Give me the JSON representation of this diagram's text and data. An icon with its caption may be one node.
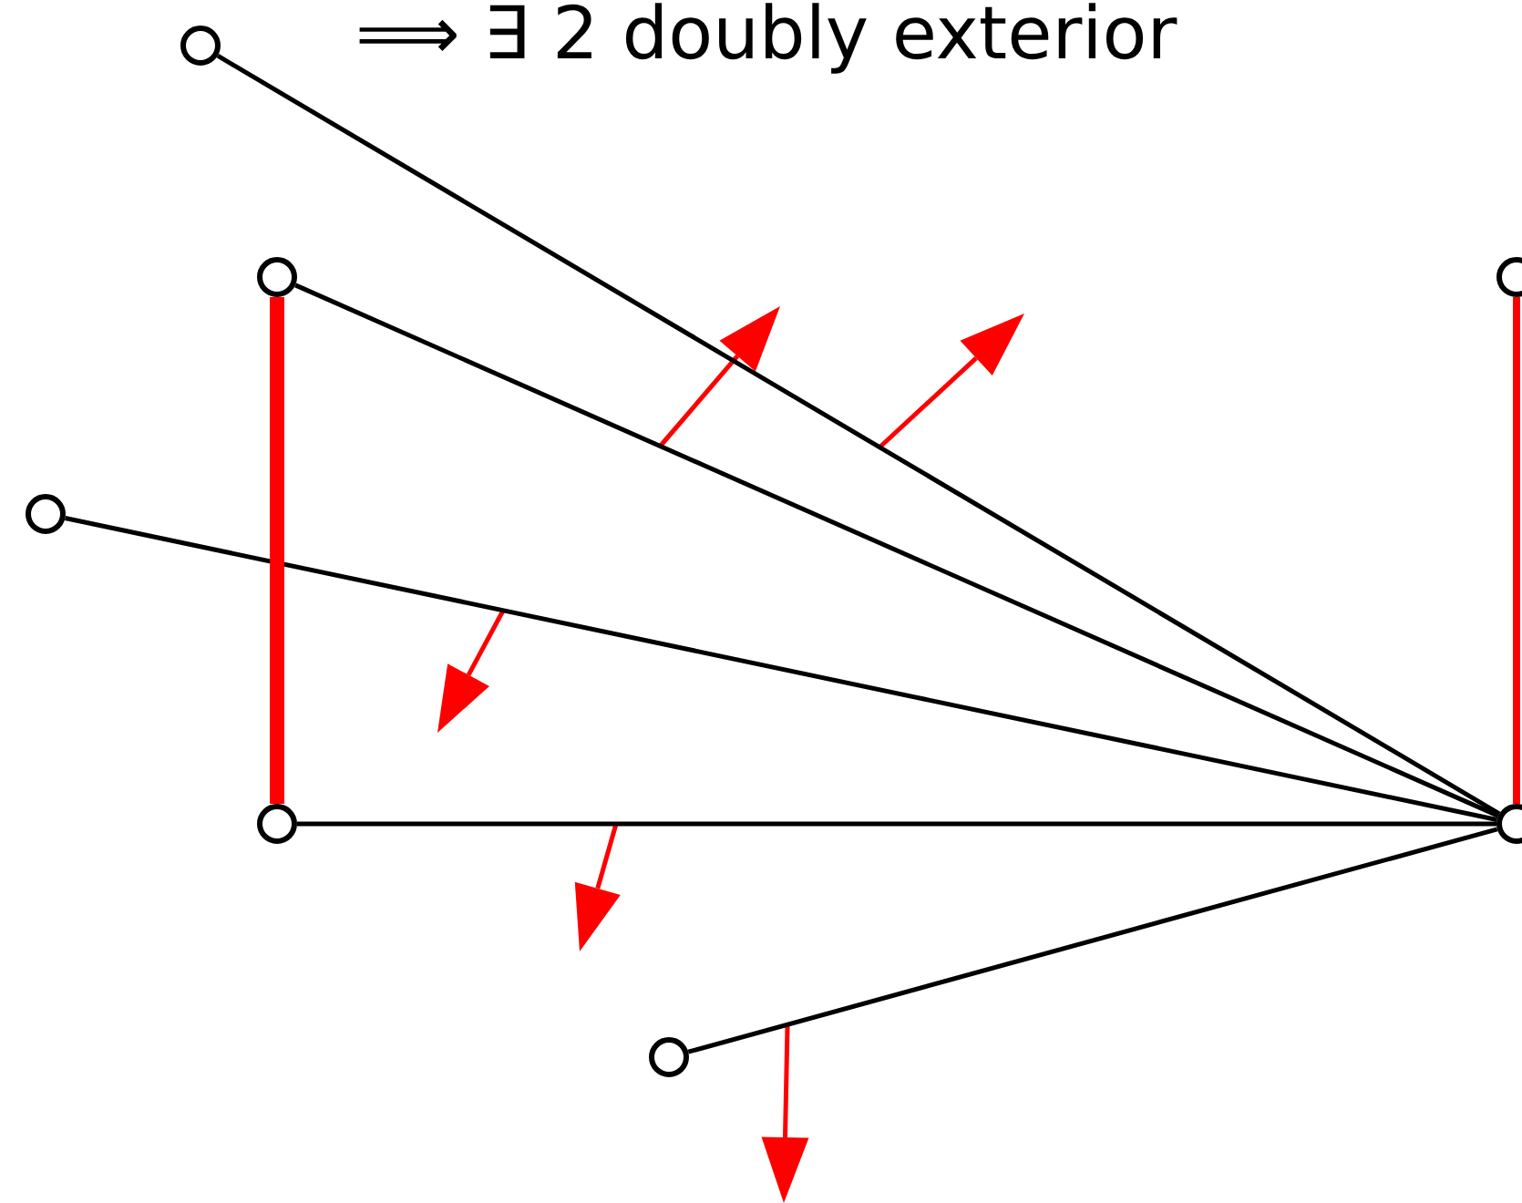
{
  "diagram": {
    "title": "⟹ ∃ 2 doubly exterior",
    "nodes": [
      {
        "text": [],
        "shape": "circle"
      },
      {
        "text": [],
        "shape": "circle"
      },
      {
        "text": [],
        "shape": "circle"
      },
      {
        "text": [],
        "shape": "circle"
      },
      {
        "text": [],
        "shape": "circle"
      },
      {
        "text": [],
        "shape": "circle"
      },
      {
        "text": [],
        "shape": "circle"
      }
    ],
    "edges": [
      {
        "from": 0,
        "to": 5,
        "arrow": "none"
      },
      {
        "from": 1,
        "to": 5,
        "arrow": "none"
      },
      {
        "from": 3,
        "to": 5,
        "arrow": "none"
      },
      {
        "from": 4,
        "to": 5,
        "arrow": "none"
      },
      {
        "from": 6,
        "to": 5,
        "arrow": "none"
      },
      {
        "from": 1,
        "to": 4,
        "arrow": "none",
        "style": "thick",
        "color": "#ff0000"
      },
      {
        "from": 2,
        "to": 5,
        "arrow": "none",
        "color": "#ff0000"
      }
    ]
  }
}
